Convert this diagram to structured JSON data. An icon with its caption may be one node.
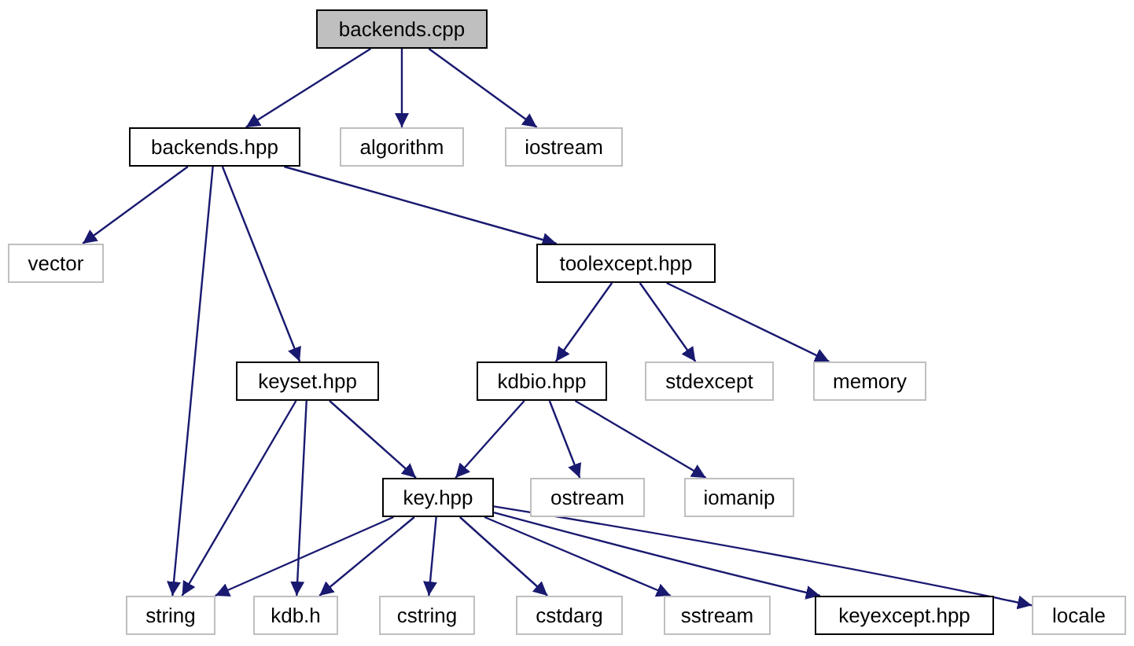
{
  "diagram": {
    "nodes": [
      {
        "text": [
          "backends.cpp"
        ]
      },
      {
        "text": [
          "backends.hpp"
        ]
      },
      {
        "text": [
          "algorithm"
        ]
      },
      {
        "text": [
          "iostream"
        ]
      },
      {
        "text": [
          "vector"
        ]
      },
      {
        "text": [
          "toolexcept.hpp"
        ]
      },
      {
        "text": [
          "keyset.hpp"
        ]
      },
      {
        "text": [
          "kdbio.hpp"
        ]
      },
      {
        "text": [
          "stdexcept"
        ]
      },
      {
        "text": [
          "memory"
        ]
      },
      {
        "text": [
          "key.hpp"
        ]
      },
      {
        "text": [
          "ostream"
        ]
      },
      {
        "text": [
          "iomanip"
        ]
      },
      {
        "text": [
          "string"
        ]
      },
      {
        "text": [
          "kdb.h"
        ]
      },
      {
        "text": [
          "cstring"
        ]
      },
      {
        "text": [
          "cstdarg"
        ]
      },
      {
        "text": [
          "sstream"
        ]
      },
      {
        "text": [
          "keyexcept.hpp"
        ]
      },
      {
        "text": [
          "locale"
        ]
      }
    ],
    "edges": [
      {
        "from": 0,
        "to": 1,
        "arrow": "to"
      },
      {
        "from": 0,
        "to": 2,
        "arrow": "to"
      },
      {
        "from": 0,
        "to": 3,
        "arrow": "to"
      },
      {
        "from": 1,
        "to": 4,
        "arrow": "to"
      },
      {
        "from": 1,
        "to": 13,
        "arrow": "to"
      },
      {
        "from": 1,
        "to": 6,
        "arrow": "to"
      },
      {
        "from": 1,
        "to": 5,
        "arrow": "to"
      },
      {
        "from": 5,
        "to": 7,
        "arrow": "to"
      },
      {
        "from": 5,
        "to": 8,
        "arrow": "to"
      },
      {
        "from": 5,
        "to": 9,
        "arrow": "to"
      },
      {
        "from": 6,
        "to": 13,
        "arrow": "to"
      },
      {
        "from": 6,
        "to": 14,
        "arrow": "to"
      },
      {
        "from": 6,
        "to": 10,
        "arrow": "to"
      },
      {
        "from": 7,
        "to": 10,
        "arrow": "to"
      },
      {
        "from": 7,
        "to": 11,
        "arrow": "to"
      },
      {
        "from": 7,
        "to": 12,
        "arrow": "to"
      },
      {
        "from": 10,
        "to": 13,
        "arrow": "to"
      },
      {
        "from": 10,
        "to": 14,
        "arrow": "to"
      },
      {
        "from": 10,
        "to": 15,
        "arrow": "to"
      },
      {
        "from": 10,
        "to": 16,
        "arrow": "to"
      },
      {
        "from": 10,
        "to": 17,
        "arrow": "to"
      },
      {
        "from": 10,
        "to": 18,
        "arrow": "to"
      },
      {
        "from": 10,
        "to": 19,
        "arrow": "to"
      }
    ]
  }
}
